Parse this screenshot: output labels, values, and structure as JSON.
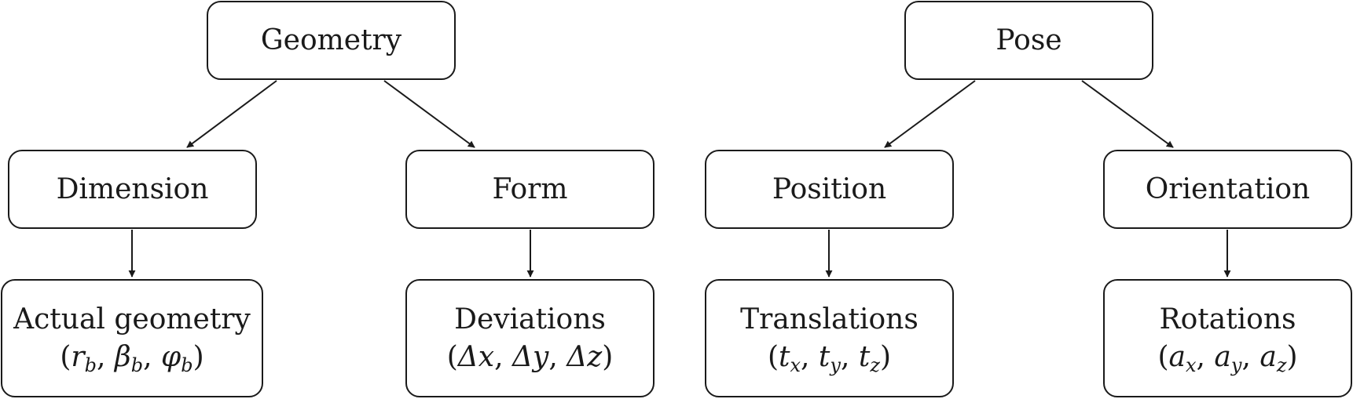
{
  "nodes": {
    "geometry": {
      "label": "Geometry"
    },
    "pose": {
      "label": "Pose"
    },
    "dimension": {
      "label": "Dimension"
    },
    "form": {
      "label": "Form"
    },
    "position": {
      "label": "Position"
    },
    "orientation": {
      "label": "Orientation"
    },
    "actual_geometry": {
      "label": "Actual geometry",
      "math": {
        "open": "(",
        "close": ")",
        "terms": [
          {
            "sym": "r",
            "sub": "b"
          },
          {
            "sym": "β",
            "sub": "b"
          },
          {
            "sym": "φ",
            "sub": "b"
          }
        ]
      }
    },
    "deviations": {
      "label": "Deviations",
      "math": {
        "open": "(",
        "close": ")",
        "terms": [
          {
            "sym": "Δx",
            "sub": ""
          },
          {
            "sym": "Δy",
            "sub": ""
          },
          {
            "sym": "Δz",
            "sub": ""
          }
        ]
      }
    },
    "translations": {
      "label": "Translations",
      "math": {
        "open": "(",
        "close": ")",
        "terms": [
          {
            "sym": "t",
            "sub": "x"
          },
          {
            "sym": "t",
            "sub": "y"
          },
          {
            "sym": "t",
            "sub": "z"
          }
        ]
      }
    },
    "rotations": {
      "label": "Rotations",
      "math": {
        "open": "(",
        "close": ")",
        "terms": [
          {
            "sym": "a",
            "sub": "x"
          },
          {
            "sym": "a",
            "sub": "y"
          },
          {
            "sym": "a",
            "sub": "z"
          }
        ]
      }
    }
  },
  "edges": [
    {
      "from": "geometry",
      "to": "dimension"
    },
    {
      "from": "geometry",
      "to": "form"
    },
    {
      "from": "pose",
      "to": "position"
    },
    {
      "from": "pose",
      "to": "orientation"
    },
    {
      "from": "dimension",
      "to": "actual_geometry"
    },
    {
      "from": "form",
      "to": "deviations"
    },
    {
      "from": "position",
      "to": "translations"
    },
    {
      "from": "orientation",
      "to": "rotations"
    }
  ],
  "colors": {
    "stroke": "#1a1a1a",
    "background": "#ffffff"
  }
}
